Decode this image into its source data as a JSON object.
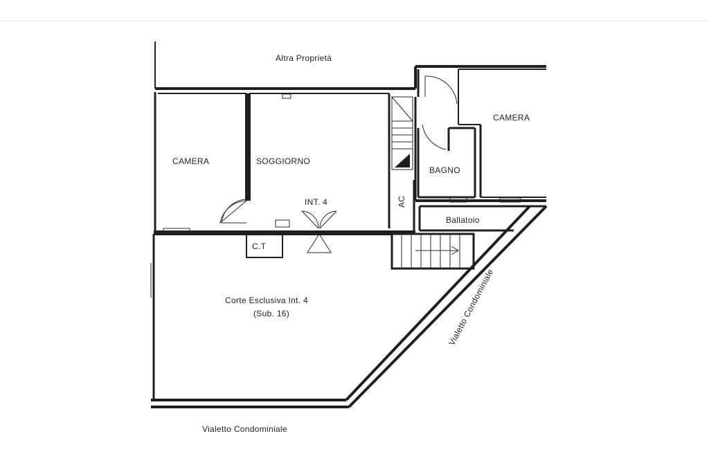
{
  "labels": {
    "altra_proprieta": "Altra Proprietà",
    "camera_left": "CAMERA",
    "soggiorno": "SOGGIORNO",
    "camera_right": "CAMERA",
    "bagno": "BAGNO",
    "int4": "INT. 4",
    "ac": "AC",
    "ballatoio": "Ballatoio",
    "ct": "C.T",
    "corte_line1": "Corte Esclusiva Int. 4",
    "corte_line2": "(Sub. 16)",
    "vialetto_diagonal": "Vialetto Condominiale",
    "vialetto_bottom": "Vialetto Condominiale"
  },
  "colors": {
    "background": "#ffffff",
    "ink": "#1f1f1f",
    "header_rule": "#e6e6e6"
  }
}
